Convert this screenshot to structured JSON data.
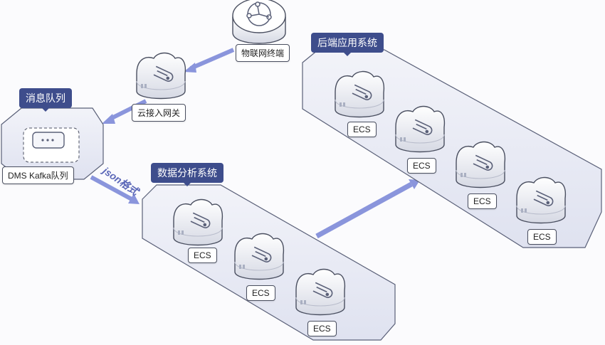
{
  "groups": {
    "message_queue": {
      "title": "消息队列",
      "node_label": "DMS Kafka队列"
    },
    "data_analysis": {
      "title": "数据分析系统",
      "nodes": [
        "ECS",
        "ECS",
        "ECS"
      ]
    },
    "backend": {
      "title": "后端应用系统",
      "nodes": [
        "ECS",
        "ECS",
        "ECS",
        "ECS"
      ]
    }
  },
  "nodes": {
    "iot_terminal": {
      "label": "物联网终端",
      "icon": "network-icon"
    },
    "cloud_gateway": {
      "label": "云接入网关",
      "icon": "branch-icon"
    }
  },
  "edges": {
    "queue_to_analysis_label": "json格式"
  },
  "colors": {
    "accent": "#3e4d8c",
    "arrow": "#8a95dc",
    "platform": "#e6e8f3"
  }
}
